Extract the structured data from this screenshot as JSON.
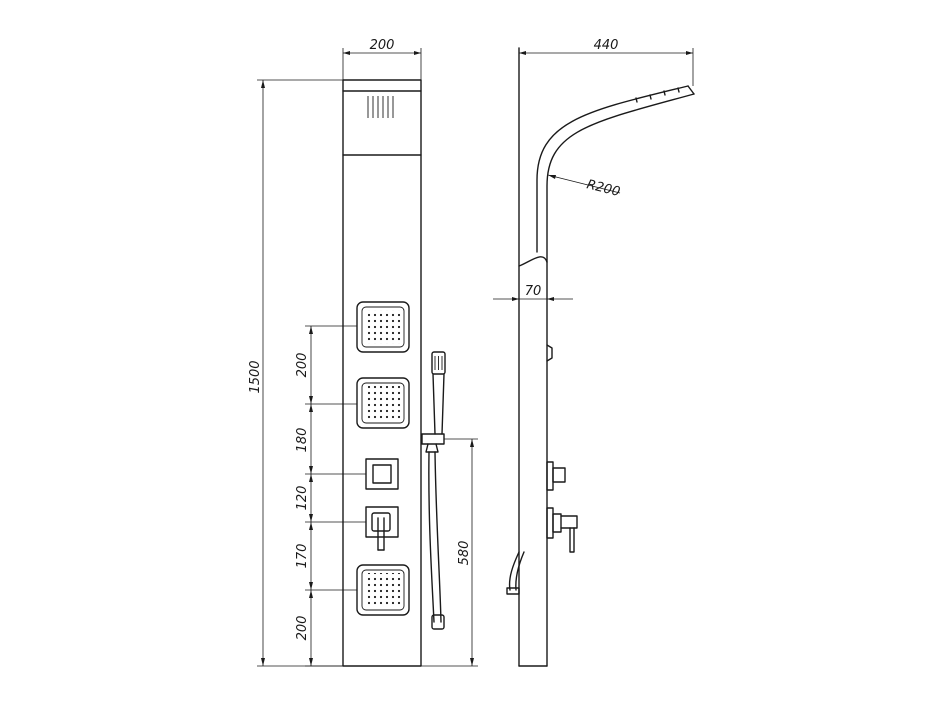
{
  "dimensions": {
    "front_width": "200",
    "total_height": "1500",
    "gap_1": "200",
    "gap_2": "180",
    "gap_3": "120",
    "gap_4": "170",
    "gap_5": "200",
    "hand_shower_height": "580",
    "side_depth": "440",
    "radius": "R200",
    "panel_thickness": "70"
  }
}
